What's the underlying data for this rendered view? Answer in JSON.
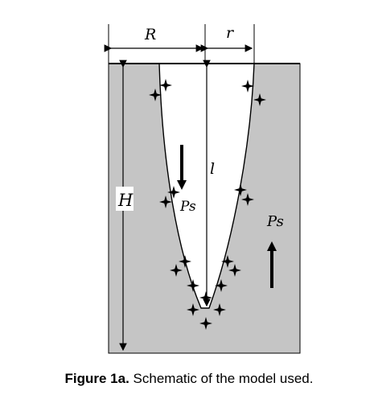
{
  "labels": {
    "R": "R",
    "r": "r",
    "H": "H",
    "l": "l",
    "ps_inner": "Ps",
    "ps_outer": "Ps"
  },
  "caption": {
    "label": "Figure 1a.",
    "text": "Schematic of the model used."
  },
  "colors": {
    "block": "#c5c5c5",
    "cavity": "#ffffff",
    "stroke": "#000000"
  }
}
